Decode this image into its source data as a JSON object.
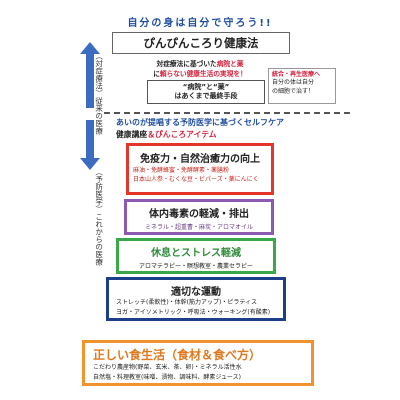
{
  "motto": "自分の身は自分で守ろう!!",
  "title": "ぴんぴんころり健康法",
  "side_labels": {
    "conventional": "（対症療法）従来の医療",
    "future": "（予防医学）これからの医療"
  },
  "conventional": {
    "line1_prefix": "対症療法に基づいた",
    "line1_red": "病院と薬",
    "line2_prefix": "に",
    "line2_red": "頼らない健康生活の実現を！",
    "inner_line1": "“病院”と“薬”",
    "inner_line2": "はあくまで最終手段"
  },
  "combo_box": {
    "line1": "統合・再生医療へ",
    "line2": "自分の体は自分",
    "line3": "の細胞で治す！"
  },
  "preventive": {
    "intro": "あいのが提唱する予防医学に基づくセルフケア",
    "sub_prefix": "健康講座",
    "sub_accent": "＆ぴんころアイテム"
  },
  "tiers": [
    {
      "heading": "免疫力・自然治癒力の向上",
      "text1": "麻油・免酵蜂蜜・免酵酵素・薬膳粉",
      "text2": "日本山人参・むくな豆・ビパーズ・薬にんにく"
    },
    {
      "heading": "体内毒素の軽減・排出",
      "text1": "ミネラル・超重曹・麻炭・アロマオイル"
    },
    {
      "heading": "休息とストレス軽減",
      "text1": "アロマテラピー・瞑想教室・農業セラピー"
    },
    {
      "heading": "適切な運動",
      "text1": "ストレッチ(柔軟性)・体幹(筋力アップ)・ピラティス",
      "text2": "ヨガ・アイソメトリック・呼吸法・ウォーキング(有酸素)"
    },
    {
      "heading": "正しい食生活（食材＆食べ方）",
      "text1": "こだわり農産物(野菜、玄米、茶、卵)・ミネラル活性水",
      "text2": "自然塩・料理教室(味噌、漬物、調味料、酵素ジュース)"
    }
  ],
  "colors": {
    "blue": "#1f4e9e",
    "arrow": "#3b6cc0",
    "red": "#e4352a",
    "purple": "#8e59b1",
    "green": "#3aa84a",
    "navy": "#1d3f8a",
    "orange": "#f0922d"
  }
}
